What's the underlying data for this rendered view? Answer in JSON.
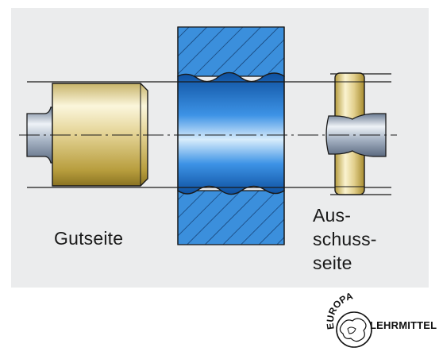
{
  "labels": {
    "go_side": "Gutseite",
    "no_go_side": [
      "Aus-",
      "schuss-",
      "seite"
    ]
  },
  "logo": {
    "arc_text": "EUROPA",
    "side_text": "LEHRMITTEL"
  },
  "colors": {
    "panel_bg": "#ebeced",
    "workpiece_hatch": "#2f86d6",
    "bore_blue": "#1b6ec9",
    "gauge_gold": "#d8c682",
    "shaft_steel": "#8a99ad",
    "line_dark": "#1a1a1a"
  }
}
